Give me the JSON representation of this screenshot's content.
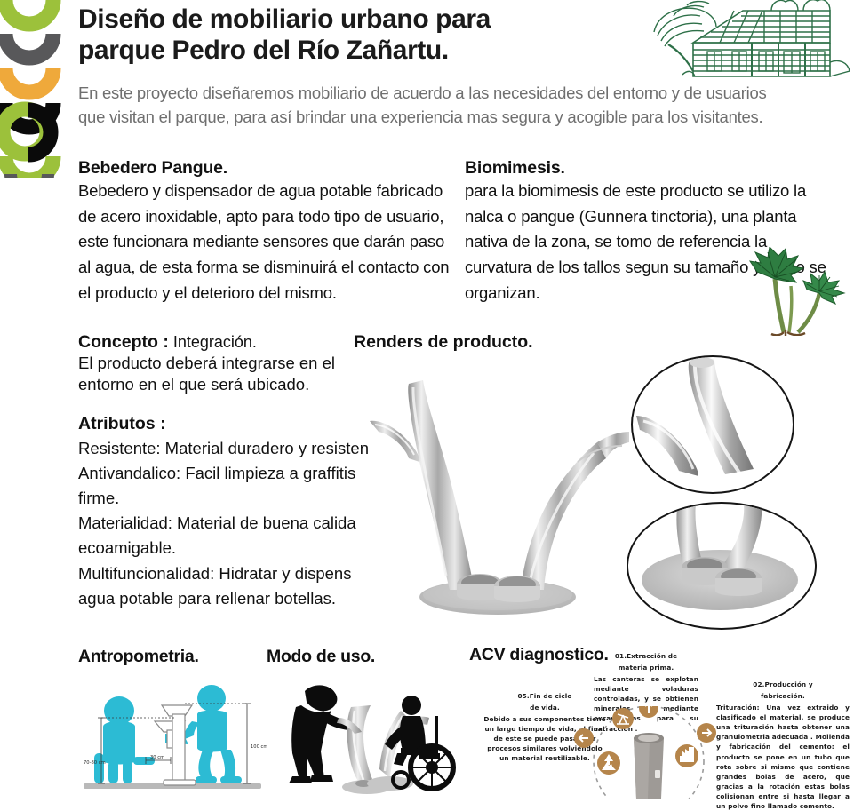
{
  "logo": {
    "name": "university-logo",
    "colors": [
      "#9CC13B",
      "#58585A",
      "#EFA93B",
      "#0A0A0A",
      "#9CC13B",
      "#58585A"
    ]
  },
  "header": {
    "title_line1": "Diseño de mobiliario urbano para",
    "title_line2": "parque Pedro del Río Zañartu.",
    "subtitle_line1": "En este proyecto diseñaremos mobiliario de acuerdo a las necesidades del entorno y de usuarios",
    "subtitle_line2": "que visitan el parque, para así brindar una experiencia mas segura y acogible para los visitantes.",
    "illustration_name": "park-house-engraving",
    "illustration_color": "#2E7048"
  },
  "sections": {
    "bebedero": {
      "heading": "Bebedero Pangue.",
      "body": "Bebedero y dispensador de agua potable fabricado de acero inoxidable, apto para todo tipo de usuario, este funcionara mediante sensores que darán paso al agua, de esta forma se disminuirá el contacto con el producto y el deterioro del mismo."
    },
    "biomimesis": {
      "heading": "Biomimesis.",
      "body": "para la biomimesis de este producto se utilizo la nalca o pangue (Gunnera tinctoria), una planta nativa de la zona, se tomo de referencia la curvatura de los tallos segun su tamaño y como se organizan.",
      "plant_name": "gunnera-plant-photo"
    },
    "concepto": {
      "label": "Concepto :",
      "value": " Integración.",
      "line1": "El producto deberá integrarse en el",
      "line2": "entorno en el que será ubicado."
    },
    "atributos": {
      "heading": "Atributos :",
      "items": [
        "Resistente: Material duradero y resisten",
        "Antivandalico: Facil limpieza a graffitis",
        "firme.",
        "Materialidad: Material de buena calida",
        "ecoamigable.",
        "Multifuncionalidad: Hidratar y dispens",
        "agua potable para rellenar botellas."
      ]
    },
    "renders": {
      "heading": "Renders de producto.",
      "main_image_name": "drinking-fountain-render",
      "callout1_name": "spout-detail-callout",
      "callout2_name": "base-detail-callout"
    },
    "antropometria": {
      "heading": "Antropometria.",
      "image_name": "anthropometry-diagram",
      "figure_color": "#2CBBD4",
      "measures": [
        "70-80 cm",
        "30 cm",
        "100 cm"
      ]
    },
    "modo_de_uso": {
      "heading": "Modo de uso.",
      "image_name": "usage-silhouettes"
    },
    "acv": {
      "heading": "ACV diagnostico.",
      "accent_color": "#B5854B",
      "stages": [
        {
          "id": "01",
          "title_line1": "01.Extracción de",
          "title_line2": "materia prima.",
          "body": "Las canteras se explotan mediante voladuras controladas, y se obtienen minerales mediante excavadoras para su extracción ."
        },
        {
          "id": "02",
          "title_line1": "02.Producción y",
          "title_line2": "fabricación.",
          "body": "Trituración: Una vez extraido y clasificado el material, se produce una trituración hasta obtener una granulometria adecuada . Molienda y fabricación del cemento: el producto se pone en un tubo que rota sobre si mismo que contiene grandes bolas de acero, que gracias a la rotación estas bolas colisionan entre si hasta llegar a un polvo fino llamado cemento."
        },
        {
          "id": "05",
          "title_line1": "05.Fin de ciclo",
          "title_line2": "de vida.",
          "body": "Debido a sus componentes tiene un largo tiempo de vida, al final de este se puede pasar por procesos similares volviéndolo un material reutilizable."
        }
      ],
      "wheel_icons": [
        "arrow-up-icon",
        "oil-pump-icon",
        "arrow-right-icon",
        "factory-icon",
        "recycle-icon",
        "arrow-left-icon"
      ],
      "center_object_name": "concrete-bollard-photo"
    }
  }
}
